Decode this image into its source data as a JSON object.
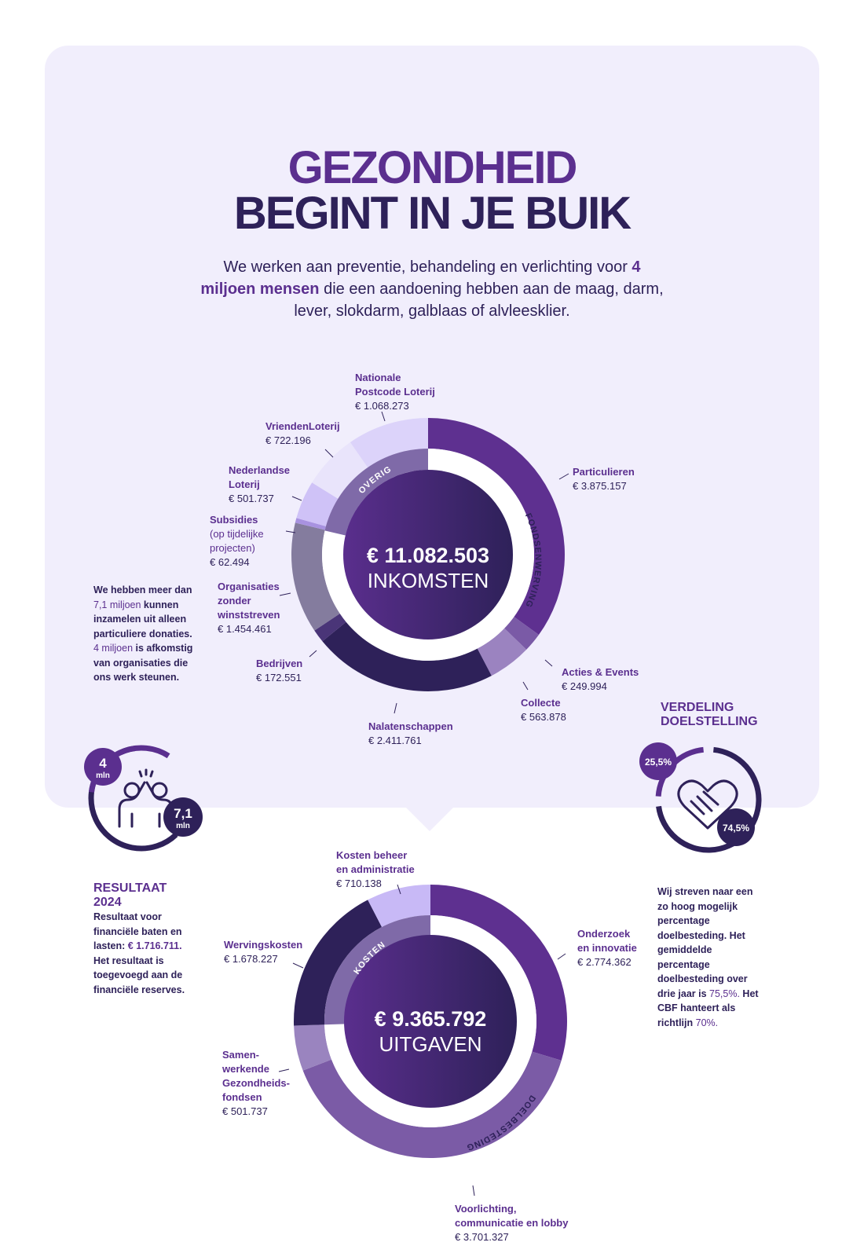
{
  "header": {
    "title_line1": "GEZONDHEID",
    "title_line2": "BEGINT IN JE BUIK",
    "intro_part1": "We werken aan preventie, behandeling en verlichting voor ",
    "intro_highlight": "4 miljoen mensen",
    "intro_part2": " die een aandoening hebben aan de maag, darm, lever, slokdarm, galblaas of alvleesklier."
  },
  "chart_data": [
    {
      "type": "pie",
      "center_value": "€ 11.082.503",
      "center_label": "INKOMSTEN",
      "groups": [
        {
          "name": "FONDSENWERVING",
          "value": 8714842,
          "color": "#5b2f8f"
        },
        {
          "name": "OVERIG",
          "value": 2367661,
          "color": "#7f6aa8"
        }
      ],
      "slices": [
        {
          "label": "Particulieren",
          "value_text": "€ 3.875.157",
          "value": 3875157,
          "color": "#5e3090"
        },
        {
          "label": "Acties & Events",
          "value_text": "€ 249.994",
          "value": 249994,
          "color": "#7a5aa6"
        },
        {
          "label": "Collecte",
          "value_text": "€ 563.878",
          "value": 563878,
          "color": "#9b83c0"
        },
        {
          "label": "Nalatenschappen",
          "value_text": "€ 2.411.761",
          "value": 2411761,
          "color": "#2e2159"
        },
        {
          "label": "Bedrijven",
          "value_text": "€ 172.551",
          "value": 172551,
          "color": "#4a3578"
        },
        {
          "label": "Organisaties zonder winststreven",
          "value_text": "€ 1.454.461",
          "value": 1454461,
          "color": "#847c9e"
        },
        {
          "label": "Subsidies",
          "sublabel": "(op tijdelijke projecten)",
          "value_text": "€ 62.494",
          "value": 62494,
          "color": "#a892e0"
        },
        {
          "label": "Nederlandse Loterij",
          "value_text": "€ 501.737",
          "value": 501737,
          "color": "#cfc2f7"
        },
        {
          "label": "VriendenLoterij",
          "value_text": "€ 722.196",
          "value": 722196,
          "color": "#e9e4fb"
        },
        {
          "label": "Nationale Postcode Loterij",
          "value_text": "€ 1.068.273",
          "value": 1068273,
          "color": "#dcd3fa"
        }
      ]
    },
    {
      "type": "pie",
      "center_value": "€ 9.365.792",
      "center_label": "UITGAVEN",
      "groups": [
        {
          "name": "DOELBESTEDING",
          "value": 6977426,
          "color": "#5b2f8f"
        },
        {
          "name": "KOSTEN",
          "value": 2388365,
          "color": "#7f6aa8"
        }
      ],
      "slices": [
        {
          "label": "Onderzoek en innovatie",
          "value_text": "€ 2.774.362",
          "value": 2774362,
          "color": "#5e3090"
        },
        {
          "label": "Voorlichting, communicatie en lobby",
          "value_text": "€ 3.701.327",
          "value": 3701327,
          "color": "#7b5ba6"
        },
        {
          "label": "Samenwerkende Gezondheidsfondsen",
          "value_text": "€ 501.737",
          "value": 501737,
          "color": "#9a84bf"
        },
        {
          "label": "Wervingskosten",
          "value_text": "€ 1.678.227",
          "value": 1678227,
          "color": "#2e2159"
        },
        {
          "label": "Kosten beheer en administratie",
          "value_text": "€ 710.138",
          "value": 710138,
          "color": "#c8b9f6"
        }
      ]
    }
  ],
  "income_labels": {
    "npl": {
      "name": "Nationale\nPostcode Loterij",
      "value": "€ 1.068.273"
    },
    "vriendenloterij": {
      "name": "VriendenLoterij",
      "value": "€ 722.196"
    },
    "nederlandse_loterij": {
      "name": "Nederlandse\nLoterij",
      "value": "€ 501.737"
    },
    "subsidies": {
      "name": "Subsidies",
      "sub": "(op tijdelijke\nprojecten)",
      "value": "€ 62.494"
    },
    "organisaties": {
      "name": "Organisaties\nzonder\nwinststreven",
      "value": "€ 1.454.461"
    },
    "bedrijven": {
      "name": "Bedrijven",
      "value": "€ 172.551"
    },
    "nalatenschappen": {
      "name": "Nalatenschappen",
      "value": "€ 2.411.761"
    },
    "collecte": {
      "name": "Collecte",
      "value": "€ 563.878"
    },
    "acties": {
      "name": "Acties & Events",
      "value": "€ 249.994"
    },
    "particulieren": {
      "name": "Particulieren",
      "value": "€ 3.875.157"
    }
  },
  "expense_labels": {
    "beheer": {
      "name": "Kosten beheer\nen administratie",
      "value": "€ 710.138"
    },
    "werving": {
      "name": "Wervingskosten",
      "value": "€ 1.678.227"
    },
    "samenwerkende": {
      "name": "Samen-\nwerkende\nGezondheids-\nfondsen",
      "value": "€ 501.737"
    },
    "onderzoek": {
      "name": "Onderzoek\nen innovatie",
      "value": "€ 2.774.362"
    },
    "voorlichting": {
      "name": "Voorlichting,\ncommunicatie en lobby",
      "value": "€ 3.701.327"
    }
  },
  "left_note": {
    "p1": "We hebben meer dan ",
    "p1_acc": "7,1 miljoen",
    "p2": " kunnen inzamelen uit alleen particuliere donaties.",
    "p3_acc": "4 miljoen",
    "p4": " is afkomstig van organisaties die ons werk steunen."
  },
  "donors_icon": {
    "badge_small_num": "4",
    "badge_small_unit": "mln",
    "badge_large_num": "7,1",
    "badge_large_unit": "mln",
    "share_small": 0.36,
    "icon": "high-five-people-icon"
  },
  "resultaat": {
    "title": "RESULTAAT\n2024",
    "t1": "Resultaat voor financiële baten en lasten: ",
    "t1_acc": "€ 1.716.711.",
    "t2": " Het resultaat is toegevoegd aan de financiële reserves."
  },
  "doelstelling": {
    "title": "VERDELING\nDOELSTELLING",
    "badge_a": "25,5%",
    "badge_b": "74,5%",
    "share_a": 0.255,
    "icon": "handshake-heart-icon",
    "t1": "Wij streven naar een zo hoog mogelijk percentage doelbesteding. Het gemiddelde percentage doelbesteding over drie jaar is ",
    "t1_acc": "75,5%.",
    "t2": " Het CBF hanteert als richtlijn ",
    "t2_acc": "70%."
  }
}
